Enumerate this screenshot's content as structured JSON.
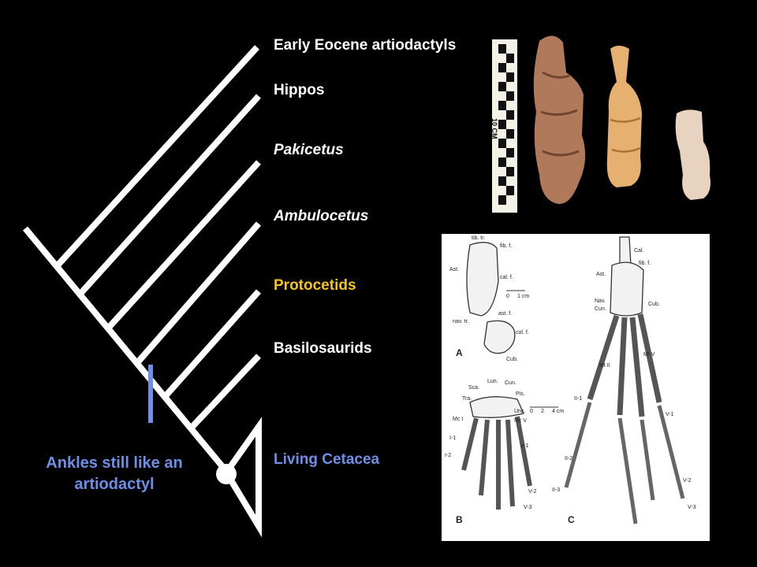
{
  "taxa": [
    {
      "id": "early-eocene",
      "label": "Early Eocene artiodactyls",
      "italic": false,
      "color": "#ffffff"
    },
    {
      "id": "hippos",
      "label": "Hippos",
      "italic": false,
      "color": "#ffffff"
    },
    {
      "id": "pakicetus",
      "label": "Pakicetus",
      "italic": true,
      "color": "#ffffff"
    },
    {
      "id": "ambulocetus",
      "label": "Ambulocetus",
      "italic": true,
      "color": "#ffffff"
    },
    {
      "id": "protocetids",
      "label": "Protocetids",
      "italic": false,
      "color": "#f5c518"
    },
    {
      "id": "basilosaurids",
      "label": "Basilosaurids",
      "italic": false,
      "color": "#ffffff"
    },
    {
      "id": "living-cetacea",
      "label": "Living Cetacea",
      "italic": false,
      "color": "#6f8fe6"
    }
  ],
  "caption": {
    "line1": "Ankles still like an",
    "line2": "artiodactyl",
    "color": "#6f8fe6"
  },
  "photo": {
    "scale_label": "10 CM"
  },
  "figure": {
    "panels": [
      "A",
      "B",
      "C"
    ],
    "labels_a": [
      "tib. tr.",
      "fib. f.",
      "Ast.",
      "cal. f.",
      "0",
      "1 cm",
      "nav. tr.",
      "ast. f.",
      "col. f.",
      "Cub."
    ],
    "labels_b": [
      "Lun.",
      "Cun.",
      "Sca.",
      "Pis.",
      "Tra.",
      "Unc.",
      "Mc I",
      "Mc V",
      "I-1",
      "I-2",
      "V-1",
      "V-2",
      "V-3",
      "0",
      "2",
      "4 cm"
    ],
    "labels_c": [
      "Cal.",
      "fib. f.",
      "Ast.",
      "Nav.",
      "Cun.",
      "Cub.",
      "Mt II",
      "Mt V",
      "II-1",
      "II-2",
      "II-3",
      "V-1",
      "V-2",
      "V-3"
    ]
  },
  "colors": {
    "tree": "#ffffff",
    "marker": "#6f8fe6",
    "node": "#ffffff"
  }
}
